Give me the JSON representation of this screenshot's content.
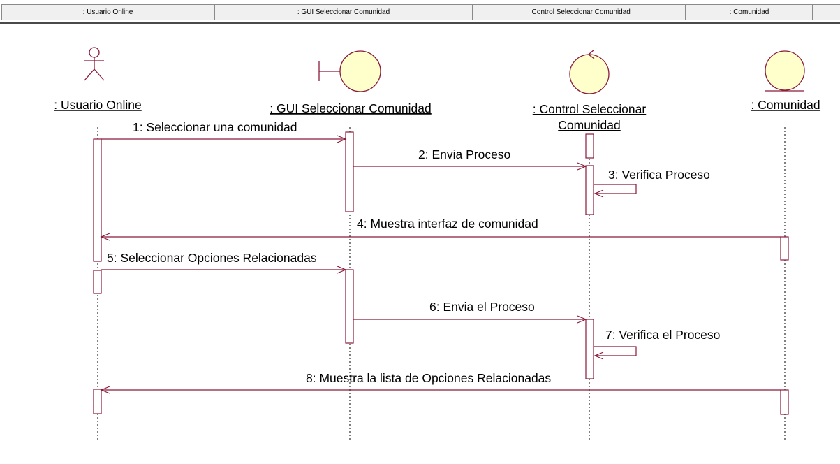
{
  "header": {
    "columns": [
      ": Usuario Online",
      ": GUI Seleccionar Comunidad",
      ": Control Seleccionar Comunidad",
      ": Comunidad",
      ""
    ]
  },
  "lifelines": [
    {
      "name": ": Usuario Online",
      "kind": "actor"
    },
    {
      "name": ": GUI Seleccionar Comunidad",
      "kind": "boundary"
    },
    {
      "name": ": Control Seleccionar",
      "name2": "Comunidad",
      "kind": "control"
    },
    {
      "name": ": Comunidad",
      "kind": "entity"
    }
  ],
  "messages": [
    {
      "label": "1: Seleccionar una comunidad",
      "from": 0,
      "to": 1
    },
    {
      "label": "2: Envia Proceso",
      "from": 1,
      "to": 2
    },
    {
      "label": "3: Verifica Proceso",
      "from": 2,
      "to": 2
    },
    {
      "label": "4: Muestra interfaz de comunidad",
      "from": 3,
      "to": 0
    },
    {
      "label": "5: Seleccionar Opciones Relacionadas",
      "from": 0,
      "to": 1
    },
    {
      "label": "6: Envia el Proceso",
      "from": 1,
      "to": 2
    },
    {
      "label": "7: Verifica el Proceso",
      "from": 2,
      "to": 2
    },
    {
      "label": "8: Muestra la lista de Opciones Relacionadas",
      "from": 3,
      "to": 0
    }
  ],
  "colors": {
    "line": "#8b1a3a",
    "fill": "#ffffcc",
    "header_bg": "#f0f0f0"
  }
}
